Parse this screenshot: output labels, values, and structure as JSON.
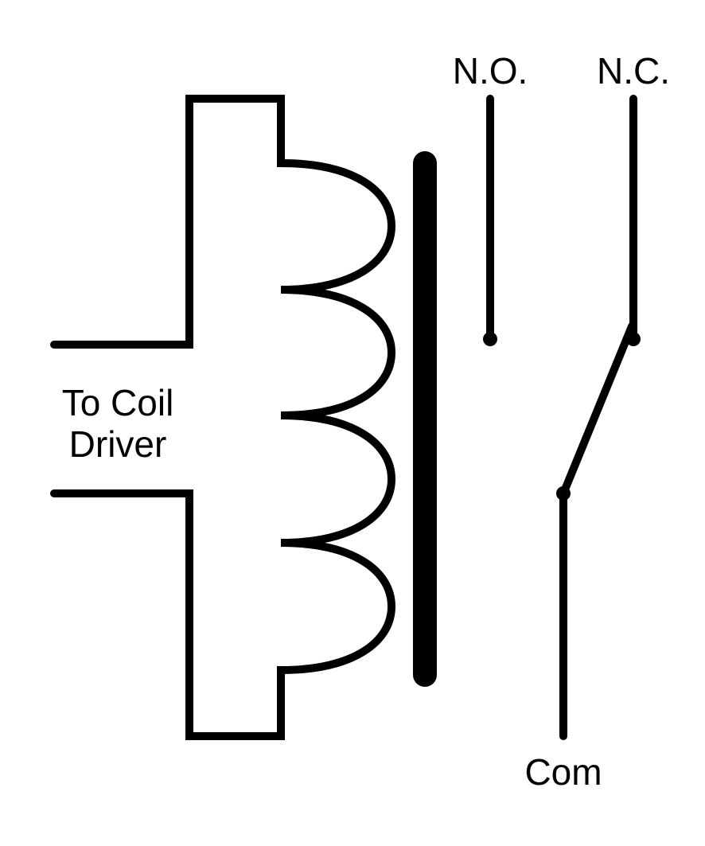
{
  "diagram": {
    "labels": {
      "coil_driver_line1": "To Coil",
      "coil_driver_line2": "Driver",
      "normally_open": "N.O.",
      "normally_closed": "N.C.",
      "common": "Com"
    }
  }
}
